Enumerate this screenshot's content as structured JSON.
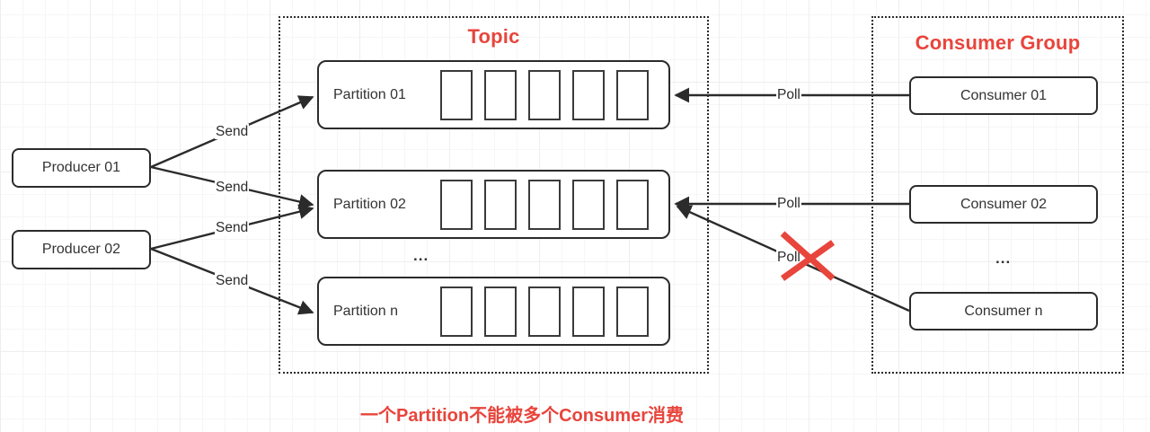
{
  "diagram": {
    "caption": "一个Partition不能被多个Consumer消费",
    "accent_color": "#e8453c",
    "line_color": "#2b2b2b"
  },
  "producers": [
    {
      "label": "Producer 01"
    },
    {
      "label": "Producer 02"
    }
  ],
  "topic": {
    "title": "Topic",
    "ellipsis": "...",
    "partitions": [
      {
        "label": "Partition 01",
        "cells": 5
      },
      {
        "label": "Partition 02",
        "cells": 5
      },
      {
        "label": "Partition n",
        "cells": 5
      }
    ]
  },
  "consumer_group": {
    "title": "Consumer Group",
    "ellipsis": "...",
    "consumers": [
      {
        "label": "Consumer 01"
      },
      {
        "label": "Consumer 02"
      },
      {
        "label": "Consumer n"
      }
    ]
  },
  "edge_labels": {
    "send_1": "Send",
    "send_2": "Send",
    "send_3": "Send",
    "send_4": "Send",
    "poll_1": "Poll",
    "poll_2": "Poll",
    "poll_3": "Poll"
  }
}
